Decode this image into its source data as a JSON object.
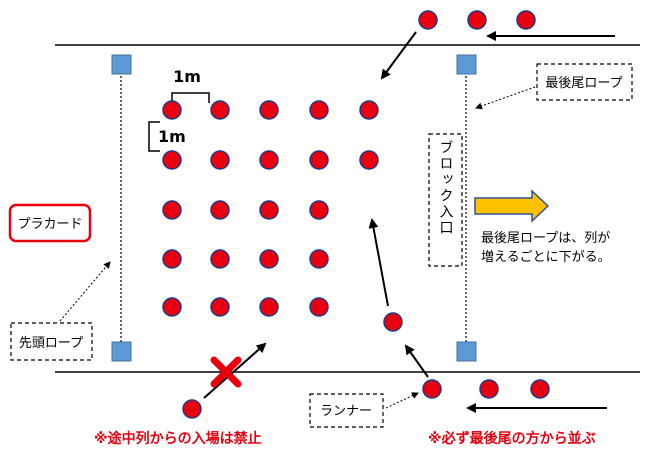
{
  "labels": {
    "one_meter_h": "1m",
    "one_meter_v": "1m",
    "placard": "プラカード",
    "front_rope": "先頭ロープ",
    "last_rope": "最後尾ロープ",
    "block_entrance": "ブロック入口",
    "last_rope_note_line1": "最後尾ロープは、列が",
    "last_rope_note_line2": "増えるごとに下がる。",
    "runner": "ランナー",
    "warning_left": "※途中列からの入場は禁止",
    "warning_right": "※必ず最後尾の方から並ぶ"
  },
  "colors": {
    "runner_dot": "#e8000e",
    "runner_dot_stroke": "#1f3a8a",
    "post": "#5b9bd5",
    "placard_border": "#e8000e",
    "warning_text": "#e8000e",
    "arrow_fill": "#ffc000",
    "arrow_stroke": "#2f5597",
    "cross": "#e8000e"
  },
  "grid": {
    "rows": 5,
    "cols": 5,
    "missing_right_col_rows": [
      2,
      3,
      4
    ]
  }
}
